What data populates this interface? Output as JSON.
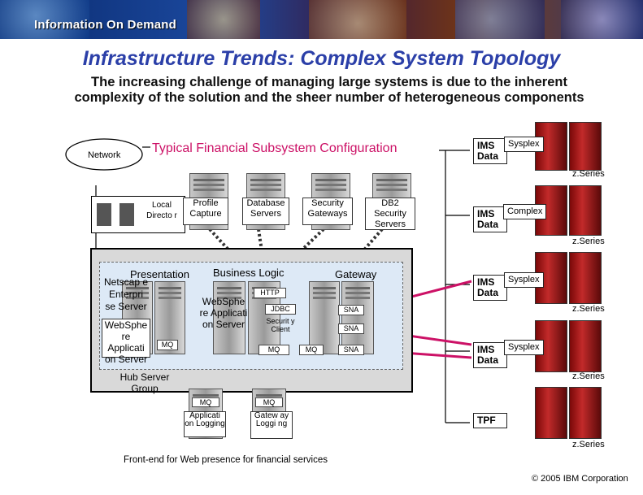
{
  "banner": {
    "brand": "Information On Demand"
  },
  "slide": {
    "title": "Infrastructure Trends:  Complex System Topology",
    "subtitle": "The increasing challenge of managing large systems is due to the inherent complexity of the solution and the sheer number of heterogeneous components"
  },
  "diagram": {
    "network": "Network",
    "heading": "Typical Financial Subsystem Configuration",
    "local_directory": "Local Directo r",
    "servers": [
      {
        "label": "Profile Capture"
      },
      {
        "label": "Database Servers"
      },
      {
        "label": "Security Gateways"
      },
      {
        "label": "DB2 Security Servers"
      }
    ],
    "hub": {
      "presentation": "Presentation",
      "business_logic": "Business Logic",
      "gateway": "Gateway",
      "netscape": "Netscap e Enterpri se Server",
      "websphere_left": "WebSphe re Applicati on Server",
      "websphere_mid": "WebSphe re Applicati on Server",
      "mq_left": "MQ",
      "http": "HTTP",
      "jdbc": "JDBC",
      "security_client": "Securit y Client",
      "mq_mid": "MQ",
      "mq_right": "MQ",
      "sna1": "SNA",
      "sna2": "SNA",
      "sna3": "SNA",
      "hub_caption": "Hub Server Group"
    },
    "bottom": {
      "mq_a": "MQ",
      "app_logging": "Applicati on Logging",
      "mq_b": "MQ",
      "gateway_logging": "Gatew ay Loggi ng"
    },
    "footer_caption": "Front-end for Web presence for financial services",
    "mainframes": [
      {
        "label": "IMS Data",
        "tag": "Sysplex",
        "series": "z.Series"
      },
      {
        "label": "IMS Data",
        "tag": "Complex",
        "series": "z.Series"
      },
      {
        "label": "IMS Data",
        "tag": "Sysplex",
        "series": "z.Series"
      },
      {
        "label": "IMS Data",
        "tag": "Sysplex",
        "series": "z.Series"
      },
      {
        "label": "TPF",
        "tag": "",
        "series": "z.Series"
      }
    ]
  },
  "copyright": "© 2005 IBM Corporation",
  "colors": {
    "title": "#2b3fa8",
    "link": "#cc1166",
    "rack": "#b01818"
  }
}
